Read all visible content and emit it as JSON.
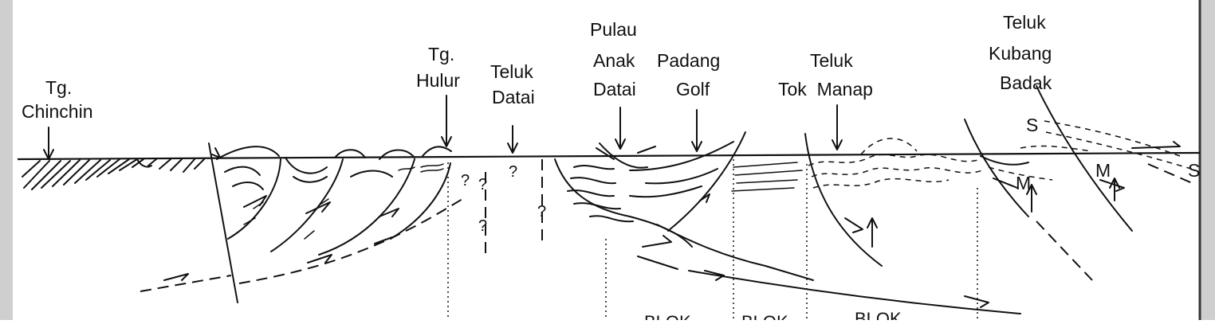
{
  "labels": [
    {
      "id": "tg-chinchin",
      "lines": [
        "Tg.",
        "Chinchin"
      ]
    },
    {
      "id": "tg-hulur",
      "lines": [
        "Tg.",
        "Hulur"
      ]
    },
    {
      "id": "teluk-datai",
      "lines": [
        "Teluk",
        "Datai"
      ]
    },
    {
      "id": "pulau-anak-datai",
      "lines": [
        "Pulau",
        "Anak",
        "Datai"
      ]
    },
    {
      "id": "padang-golf",
      "lines": [
        "Padang",
        "Golf"
      ]
    },
    {
      "id": "teluk-tok-manap",
      "lines": [
        "Teluk",
        "Tok  Manap"
      ]
    },
    {
      "id": "teluk-kubang-badak",
      "lines": [
        "Teluk",
        "Kubang",
        "Badak"
      ]
    }
  ],
  "symbols": {
    "question": "?",
    "s": "S",
    "m": "M"
  },
  "bottom_partial_labels": [
    "BLOK",
    "BLOK",
    "BLOK"
  ]
}
